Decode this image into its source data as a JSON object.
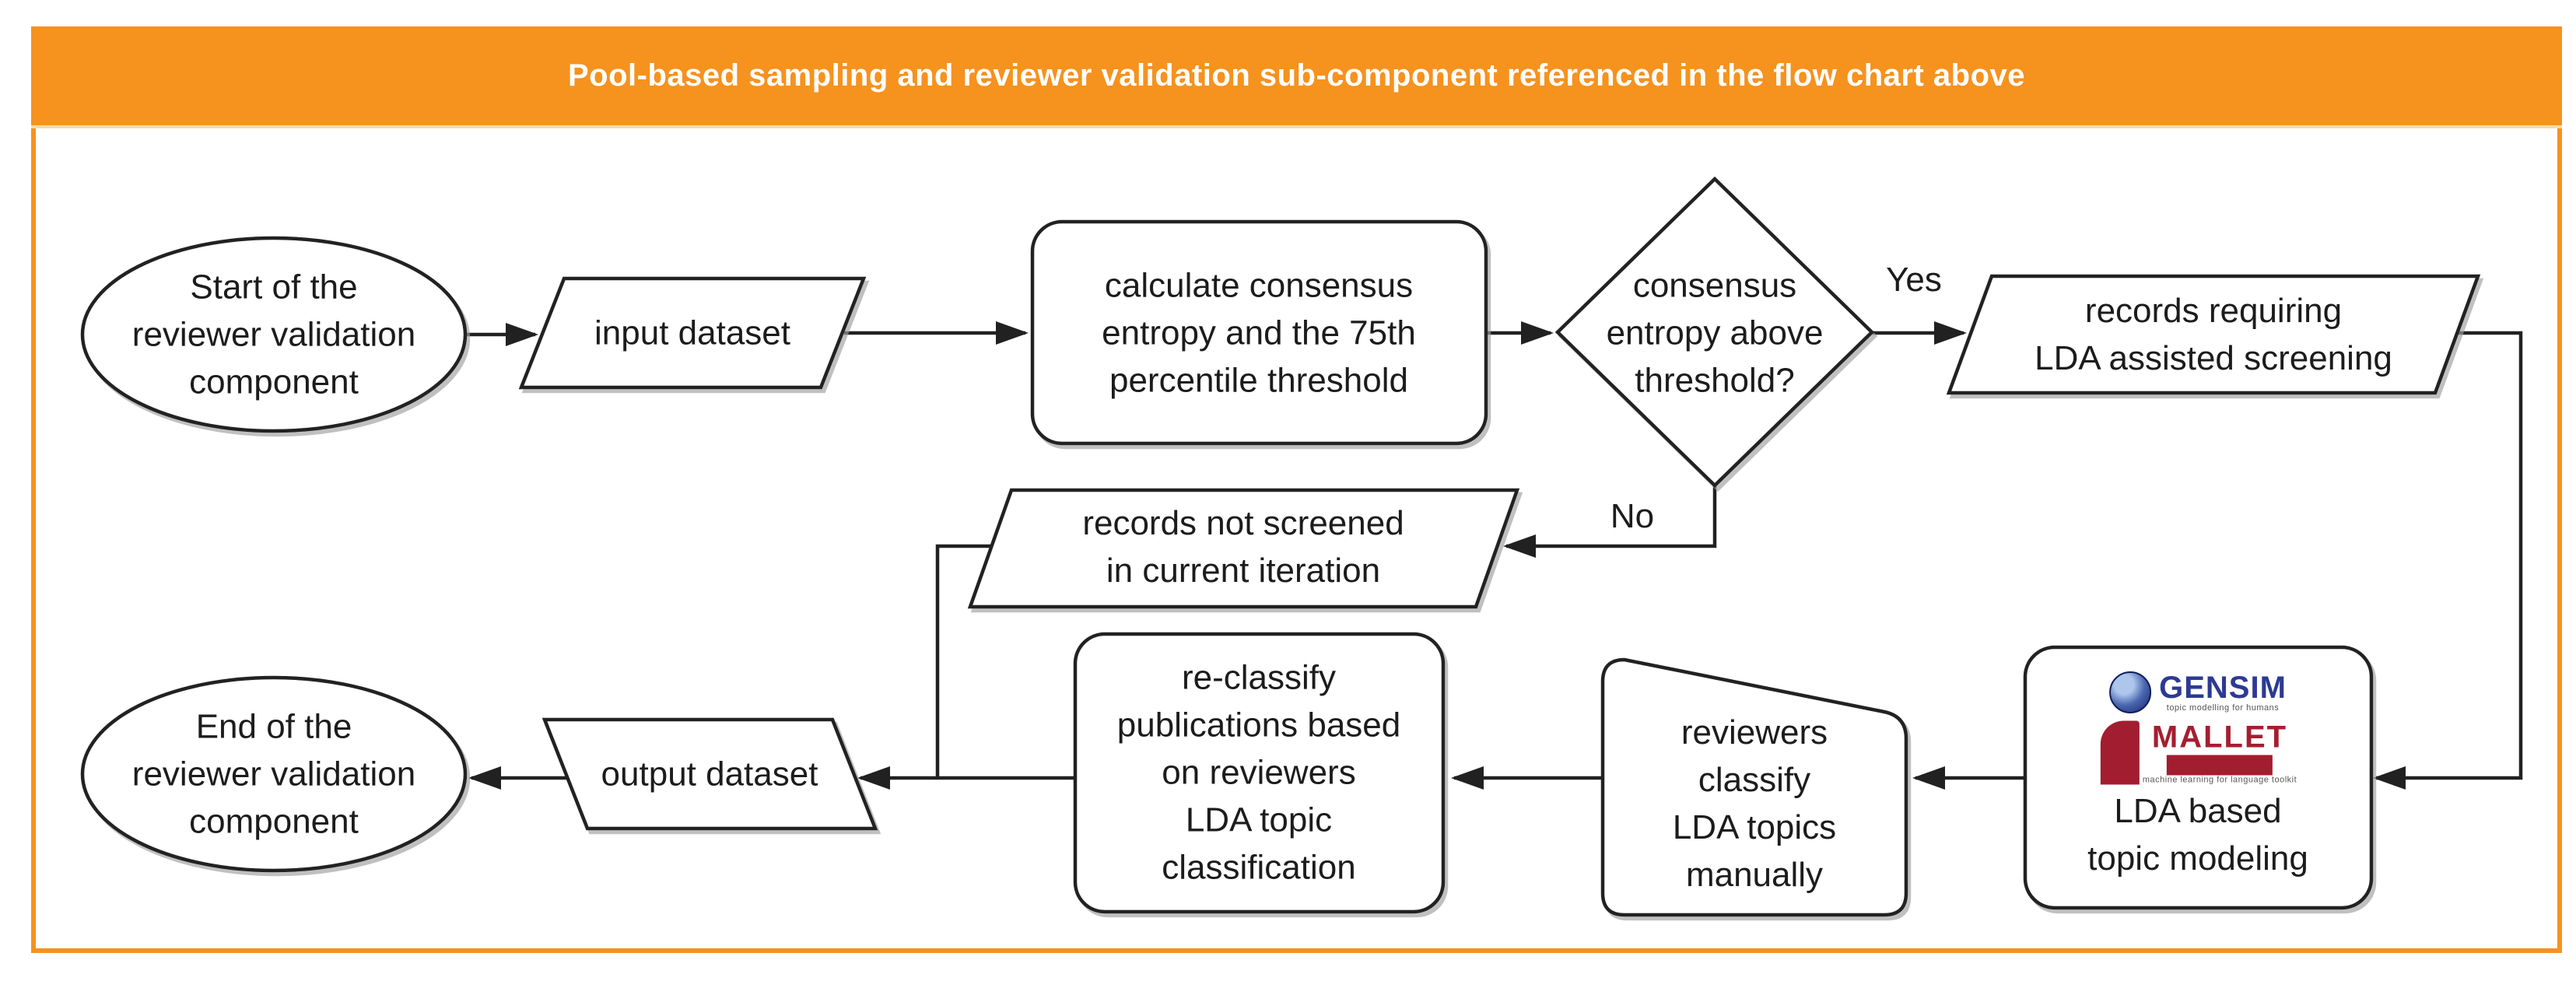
{
  "header": {
    "title": "Pool-based sampling and reviewer validation sub-component referenced in the flow chart above"
  },
  "colors": {
    "accent_orange": "#F6921E",
    "line": "#212121",
    "gensim_blue": "#2c3a94",
    "mallet_red": "#a51e30"
  },
  "flowchart": {
    "nodes": {
      "start": {
        "type": "terminator",
        "label": "Start of the\nreviewer validation\ncomponent"
      },
      "input_dataset": {
        "type": "data",
        "label": "input dataset"
      },
      "calculate_entropy": {
        "type": "process",
        "label": "calculate consensus\nentropy and the 75th\npercentile threshold"
      },
      "entropy_decision": {
        "type": "decision",
        "label": "consensus\nentropy above\nthreshold?"
      },
      "records_requiring": {
        "type": "data",
        "label": "records requiring\nLDA assisted screening"
      },
      "records_not_screened": {
        "type": "data",
        "label": "records not screened\nin current iteration"
      },
      "lda_topic_modeling": {
        "type": "process",
        "label": "LDA based\ntopic modeling"
      },
      "reviewers_classify": {
        "type": "manual",
        "label": "reviewers\nclassify\nLDA topics\nmanually"
      },
      "reclassify": {
        "type": "process",
        "label": "re-classify\npublications based\non reviewers\nLDA topic\nclassification"
      },
      "output_dataset": {
        "type": "data",
        "label": "output dataset"
      },
      "end": {
        "type": "terminator",
        "label": "End of the\nreviewer validation\ncomponent"
      }
    },
    "edge_labels": {
      "yes": "Yes",
      "no": "No"
    },
    "logos": {
      "gensim": {
        "name": "GENSIM",
        "tagline": "topic modelling for humans"
      },
      "mallet": {
        "name": "MALLET",
        "tagline": "machine learning for language toolkit"
      }
    }
  }
}
